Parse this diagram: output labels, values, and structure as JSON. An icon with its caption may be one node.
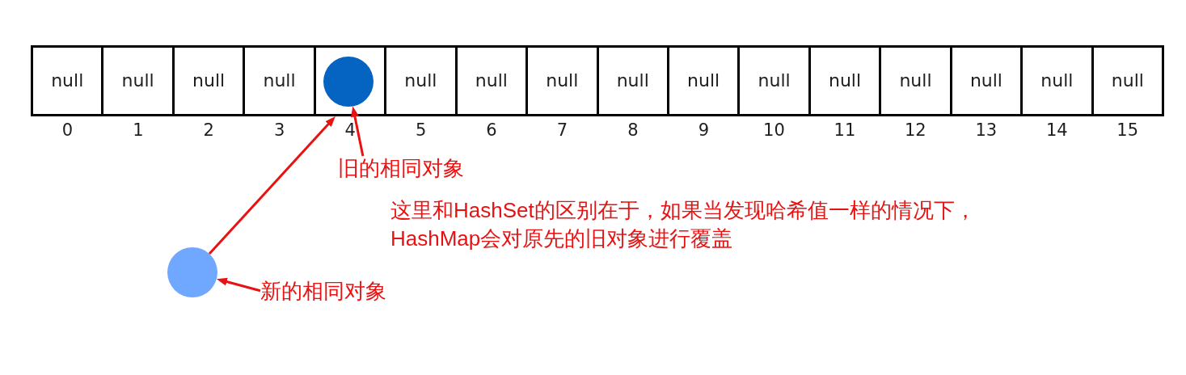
{
  "diagram": {
    "nodes": [
      {
        "text": [
          "null"
        ],
        "beside": [
          "0"
        ]
      },
      {
        "text": [
          "null"
        ],
        "beside": [
          "1"
        ]
      },
      {
        "text": [
          "null"
        ],
        "beside": [
          "2"
        ]
      },
      {
        "text": [
          "null"
        ],
        "beside": [
          "3"
        ]
      },
      {
        "text": [],
        "shape": "box",
        "beside": [
          "4"
        ]
      },
      {
        "text": [
          "null"
        ],
        "beside": [
          "5"
        ]
      },
      {
        "text": [
          "null"
        ],
        "beside": [
          "6"
        ]
      },
      {
        "text": [
          "null"
        ],
        "beside": [
          "7"
        ]
      },
      {
        "text": [
          "null"
        ],
        "beside": [
          "8"
        ]
      },
      {
        "text": [
          "null"
        ],
        "beside": [
          "9"
        ]
      },
      {
        "text": [
          "null"
        ],
        "beside": [
          "10"
        ]
      },
      {
        "text": [
          "null"
        ],
        "beside": [
          "11"
        ]
      },
      {
        "text": [
          "null"
        ],
        "beside": [
          "12"
        ]
      },
      {
        "text": [
          "null"
        ],
        "beside": [
          "13"
        ]
      },
      {
        "text": [
          "null"
        ],
        "beside": [
          "14"
        ]
      },
      {
        "text": [
          "null"
        ],
        "beside": [
          "15"
        ]
      },
      {
        "text": [],
        "shape": "circle",
        "in": 4
      },
      {
        "text": [
          "旧的相同对象"
        ]
      },
      {
        "text": [],
        "shape": "circle"
      },
      {
        "text": [
          "新的相同对象"
        ]
      }
    ],
    "edges": [
      {
        "from": 18,
        "to": 4,
        "arrow": "to"
      },
      {
        "from": 17,
        "to": 16,
        "arrow": "to"
      },
      {
        "from": 19,
        "to": 18,
        "arrow": "to"
      }
    ],
    "labels": [
      "这里和HashSet的区别在于，如果当发现哈希值一样的情况下，HashMap会对原先的旧对象进行覆盖"
    ]
  }
}
